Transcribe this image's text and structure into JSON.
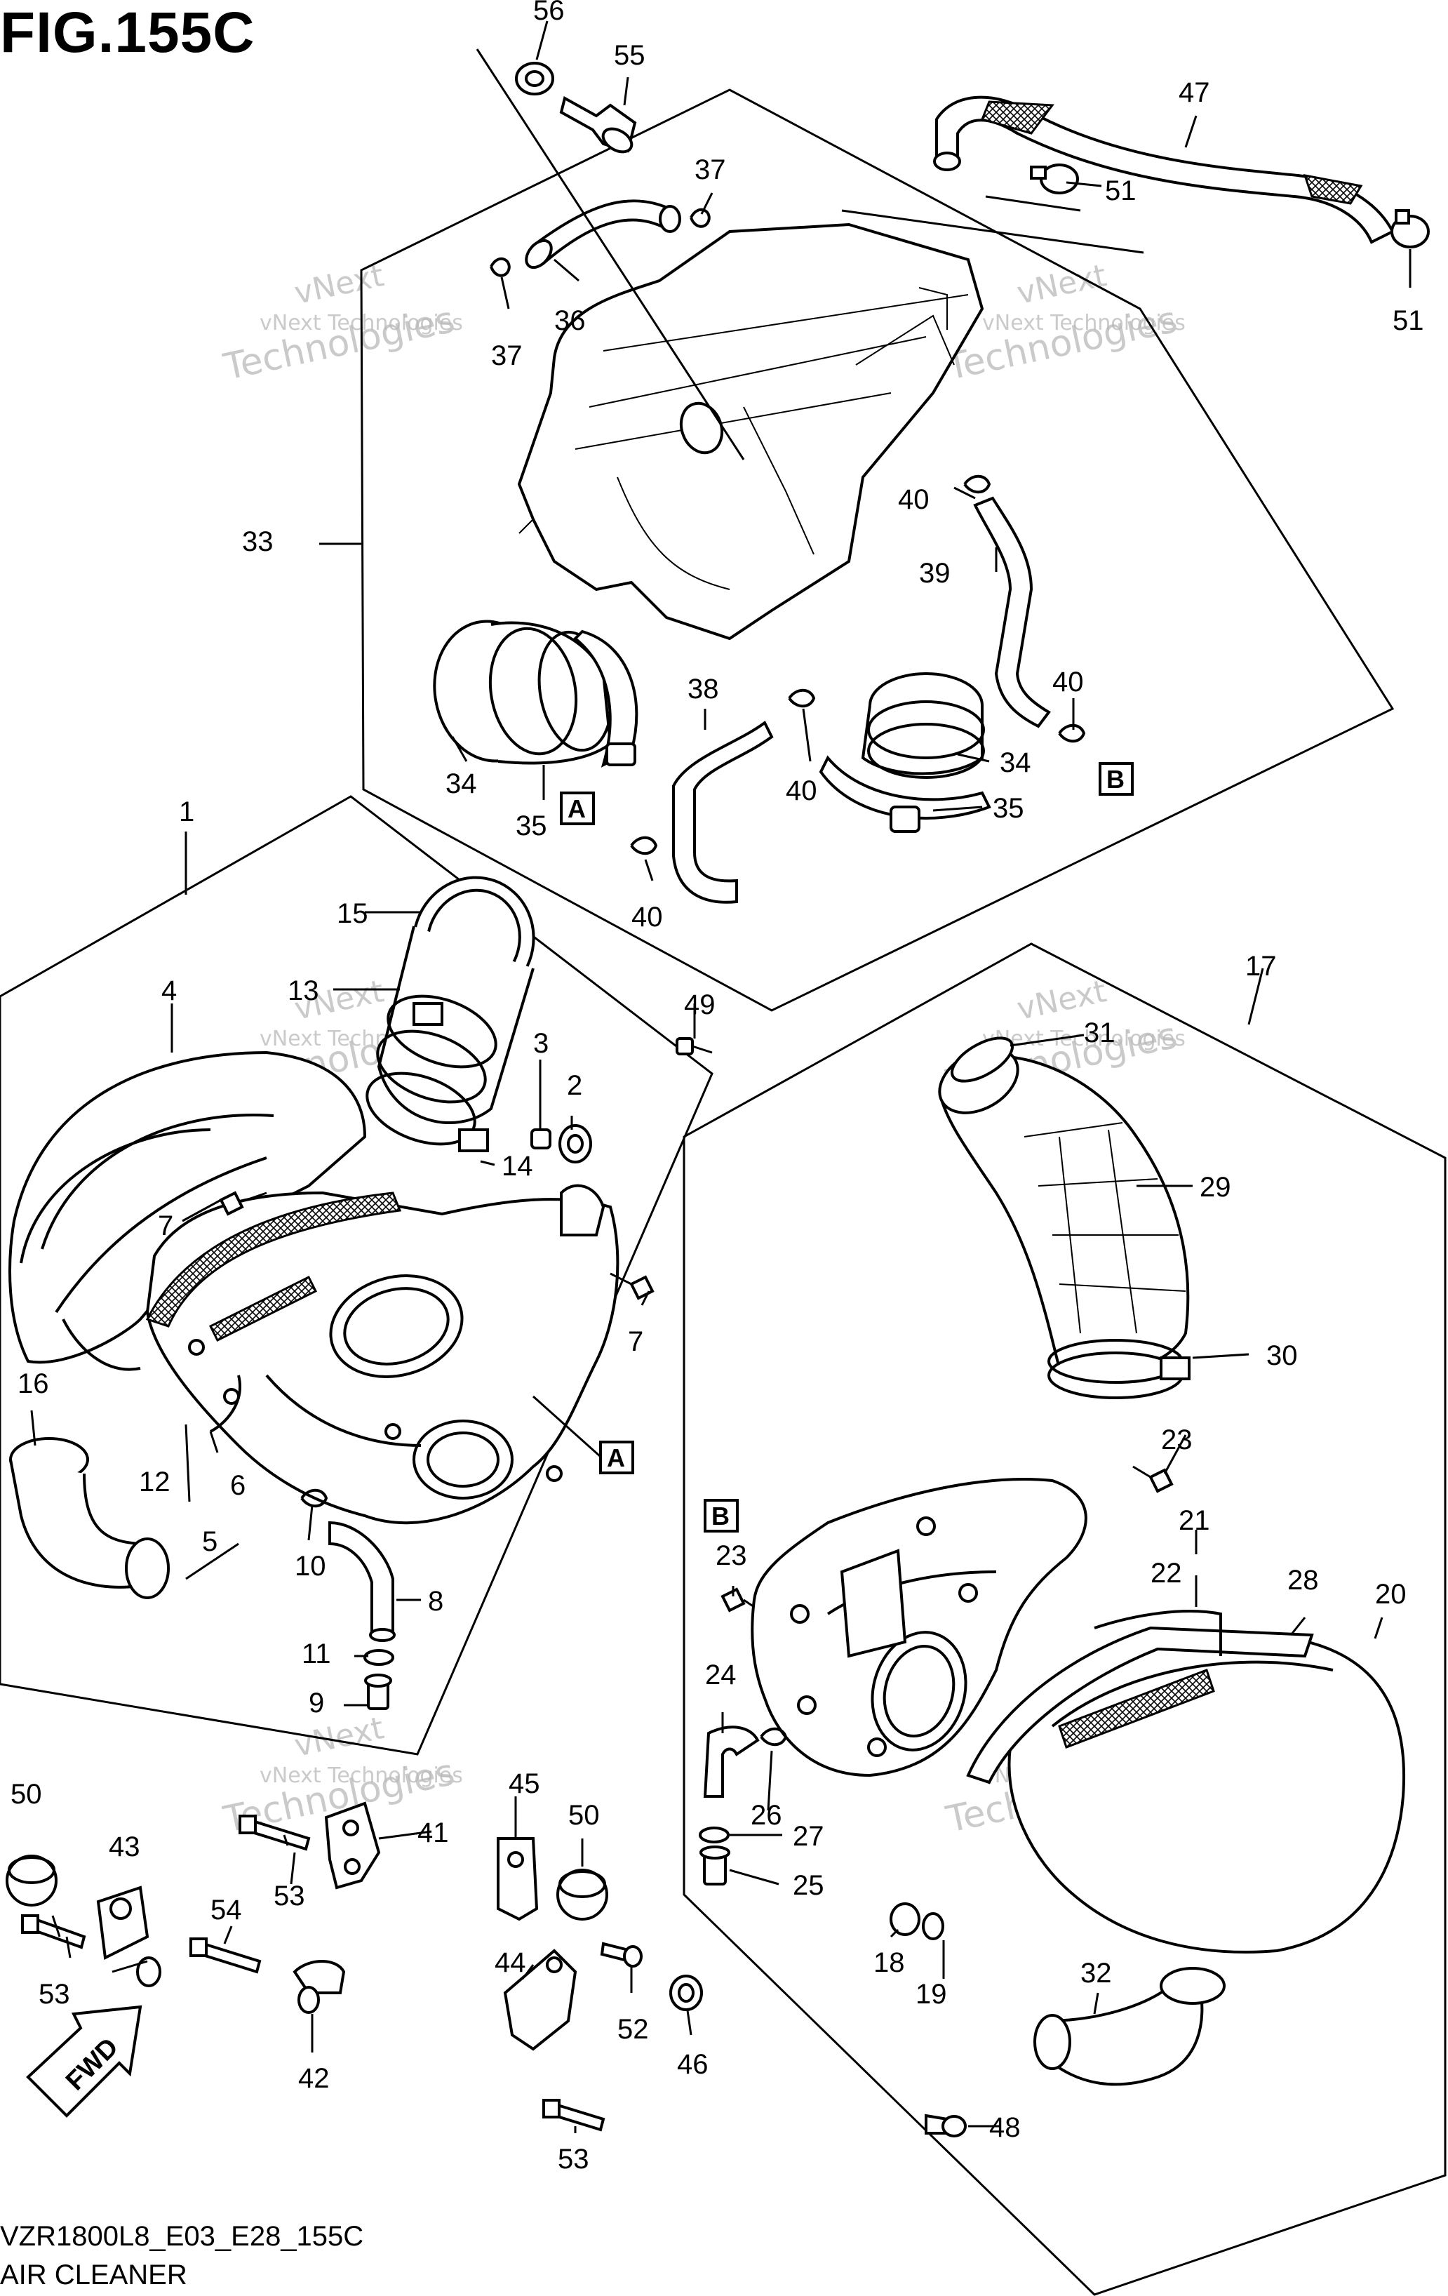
{
  "figure": {
    "title": "FIG.155C",
    "code": "VZR1800L8_E03_E28_155C",
    "caption": "AIR CLEANER"
  },
  "watermark": {
    "line1": "vNext Technologies",
    "line2": "vNext",
    "line3": "Technologies"
  },
  "callouts": {
    "fwd": "FWD",
    "refA": "A",
    "refB": "B"
  },
  "parts": [
    {
      "key": "p1",
      "number": "1"
    },
    {
      "key": "p2",
      "number": "2"
    },
    {
      "key": "p3",
      "number": "3"
    },
    {
      "key": "p4",
      "number": "4"
    },
    {
      "key": "p5",
      "number": "5"
    },
    {
      "key": "p6",
      "number": "6"
    },
    {
      "key": "p7a",
      "number": "7"
    },
    {
      "key": "p7b",
      "number": "7"
    },
    {
      "key": "p8",
      "number": "8"
    },
    {
      "key": "p9",
      "number": "9"
    },
    {
      "key": "p10",
      "number": "10"
    },
    {
      "key": "p11",
      "number": "11"
    },
    {
      "key": "p12",
      "number": "12"
    },
    {
      "key": "p13",
      "number": "13"
    },
    {
      "key": "p14",
      "number": "14"
    },
    {
      "key": "p15",
      "number": "15"
    },
    {
      "key": "p16",
      "number": "16"
    },
    {
      "key": "p17",
      "number": "17"
    },
    {
      "key": "p18",
      "number": "18"
    },
    {
      "key": "p19",
      "number": "19"
    },
    {
      "key": "p20",
      "number": "20"
    },
    {
      "key": "p21",
      "number": "21"
    },
    {
      "key": "p22",
      "number": "22"
    },
    {
      "key": "p23a",
      "number": "23"
    },
    {
      "key": "p23b",
      "number": "23"
    },
    {
      "key": "p24",
      "number": "24"
    },
    {
      "key": "p25",
      "number": "25"
    },
    {
      "key": "p26",
      "number": "26"
    },
    {
      "key": "p27",
      "number": "27"
    },
    {
      "key": "p28",
      "number": "28"
    },
    {
      "key": "p29",
      "number": "29"
    },
    {
      "key": "p30",
      "number": "30"
    },
    {
      "key": "p31",
      "number": "31"
    },
    {
      "key": "p32",
      "number": "32"
    },
    {
      "key": "p33",
      "number": "33"
    },
    {
      "key": "p34a",
      "number": "34"
    },
    {
      "key": "p34b",
      "number": "34"
    },
    {
      "key": "p35a",
      "number": "35"
    },
    {
      "key": "p35b",
      "number": "35"
    },
    {
      "key": "p36",
      "number": "36"
    },
    {
      "key": "p37a",
      "number": "37"
    },
    {
      "key": "p37b",
      "number": "37"
    },
    {
      "key": "p38",
      "number": "38"
    },
    {
      "key": "p39",
      "number": "39"
    },
    {
      "key": "p40a",
      "number": "40"
    },
    {
      "key": "p40b",
      "number": "40"
    },
    {
      "key": "p40c",
      "number": "40"
    },
    {
      "key": "p40d",
      "number": "40"
    },
    {
      "key": "p41",
      "number": "41"
    },
    {
      "key": "p42",
      "number": "42"
    },
    {
      "key": "p43",
      "number": "43"
    },
    {
      "key": "p44",
      "number": "44"
    },
    {
      "key": "p45",
      "number": "45"
    },
    {
      "key": "p46",
      "number": "46"
    },
    {
      "key": "p47",
      "number": "47"
    },
    {
      "key": "p48",
      "number": "48"
    },
    {
      "key": "p49",
      "number": "49"
    },
    {
      "key": "p50a",
      "number": "50"
    },
    {
      "key": "p50b",
      "number": "50"
    },
    {
      "key": "p51a",
      "number": "51"
    },
    {
      "key": "p51b",
      "number": "51"
    },
    {
      "key": "p52",
      "number": "52"
    },
    {
      "key": "p53a",
      "number": "53"
    },
    {
      "key": "p53b",
      "number": "53"
    },
    {
      "key": "p53c",
      "number": "53"
    },
    {
      "key": "p54",
      "number": "54"
    },
    {
      "key": "p55",
      "number": "55"
    },
    {
      "key": "p56",
      "number": "56"
    }
  ]
}
